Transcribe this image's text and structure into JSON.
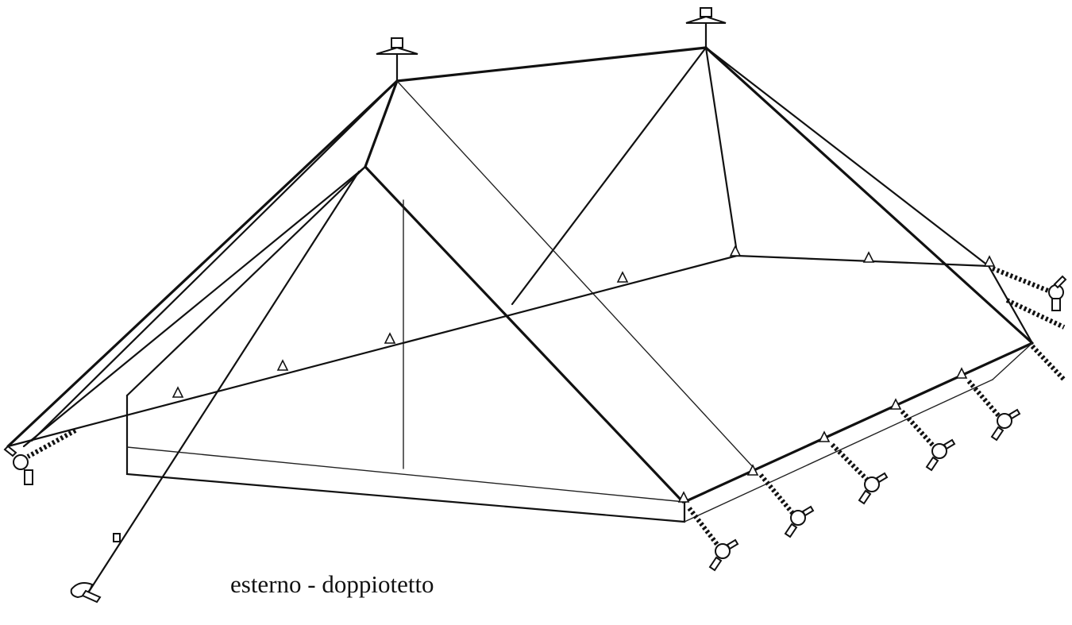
{
  "diagram": {
    "caption": "esterno - doppiotetto",
    "parts": {
      "tent": "double-roof-tent-outline",
      "poles": "pole-tops",
      "anchors": "ground-stakes",
      "tensioners": "guy-chains"
    },
    "colors": {
      "line": "#111111",
      "background": "#ffffff"
    }
  }
}
